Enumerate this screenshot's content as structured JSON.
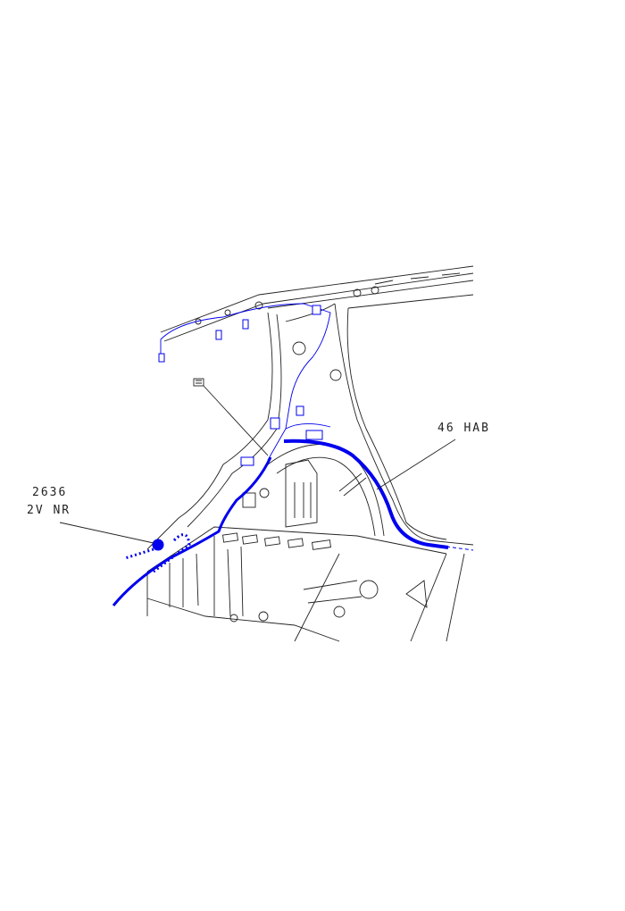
{
  "callouts": {
    "connector_code": "2636",
    "connector_desc": "2V NR",
    "harness_code": "46 HAB"
  },
  "colors": {
    "harness": "#0000ee",
    "outline": "#222222"
  }
}
